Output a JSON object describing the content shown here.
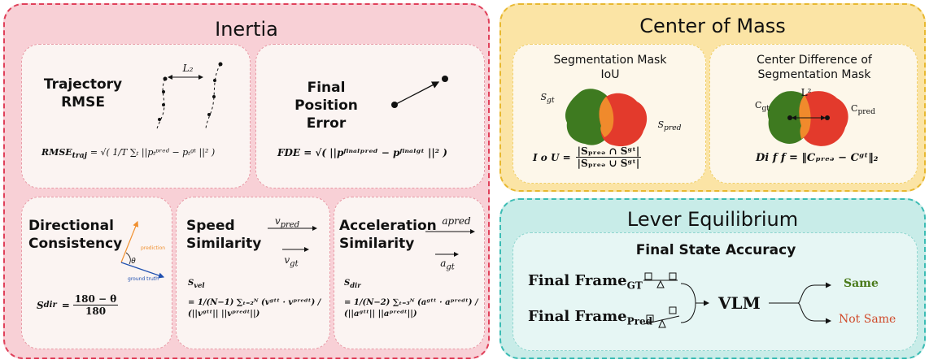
{
  "inertia": {
    "title": "Inertia",
    "trajectory_rmse": {
      "heading_line1": "Trajectory",
      "heading_line2": "RMSE",
      "l2_label": "L₂",
      "formula_lhs": "RMSE",
      "formula_lhs_sub": "traj",
      "formula_rhs": "= √( 1/T ∑ₜ ||pₜᵖʳᵉᵈ − pₜᵍᵗ ||² )"
    },
    "final_position_error": {
      "heading_line1": "Final Position",
      "heading_line2": "Error",
      "formula": "FDE = √( ||pᶠⁱⁿᵃˡᵖʳᵉᵈ − pᶠⁱⁿᵃˡᵍᵗ ||² )"
    },
    "directional_consistency": {
      "heading_line1": "Directional",
      "heading_line2": "Consistency",
      "theta_label": "θ",
      "prediction_label": "prediction",
      "ground_truth_label": "ground truth",
      "formula_lhs": "S",
      "formula_lhs_sub": "dir",
      "formula_num": "180 − θ",
      "formula_den": "180"
    },
    "speed_similarity": {
      "heading_line1": "Speed",
      "heading_line2": "Similarity",
      "v_pred": "v",
      "v_pred_sub": "pred",
      "v_gt": "v",
      "v_gt_sub": "gt",
      "formula_lhs": "S",
      "formula_lhs_sub": "vel",
      "formula_rhs": "= 1/(N−1) ∑ₜ₌₂ᴺ (vᵍᵗᵗ · vᵖʳᵉᵈᵗ) / (||vᵍᵗᵗ|| ||vᵖʳᵉᵈᵗ||)"
    },
    "acceleration_similarity": {
      "heading_line1": "Acceleration",
      "heading_line2": "Similarity",
      "a_pred": "a",
      "a_pred_sub": "pred",
      "a_gt": "a",
      "a_gt_sub": "gt",
      "formula_lhs": "S",
      "formula_lhs_sub": "dir",
      "formula_rhs": "= 1/(N−2) ∑ₜ₌₃ᴺ (aᵍᵗᵗ · aᵖʳᵉᵈᵗ) / (||aᵍᵗᵗ|| ||aᵖʳᵉᵈᵗ||)"
    }
  },
  "center_of_mass": {
    "title": "Center of Mass",
    "iou": {
      "heading_line1": "Segmentation Mask",
      "heading_line2": "IoU",
      "s_gt": "S",
      "s_gt_sub": "gt",
      "s_pred": "S",
      "s_pred_sub": "pred",
      "formula_lhs": "I o U =",
      "formula_num": "|Sₚᵣₑₔ ∩ Sᵍᵗ|",
      "formula_den": "|Sₚᵣₑₔ ∪ Sᵍᵗ|"
    },
    "center_diff": {
      "heading_line1": "Center Difference of",
      "heading_line2": "Segmentation Mask",
      "c_gt": "C",
      "c_gt_sub": "gt",
      "c_pred": "C",
      "c_pred_sub": "pred",
      "l2_label": "L²",
      "formula": "Di f f = ‖Cₚᵣₑₔ − Cᵍᵗ‖₂"
    }
  },
  "lever_equilibrium": {
    "title": "Lever Equilibrium",
    "subtitle": "Final State Accuracy",
    "frame_gt": "Final Frame",
    "frame_gt_sub": "GT",
    "frame_pred": "Final Frame",
    "frame_pred_sub": "Pred",
    "vlm": "VLM",
    "same": "Same",
    "not_same": "Not Same"
  },
  "colors": {
    "inertia_bg": "#f8d0d6",
    "inertia_border": "#e0405a",
    "com_bg": "#fbe4a5",
    "com_border": "#e8b830",
    "lever_bg": "#c8ece8",
    "lever_border": "#3bbcb4",
    "green_blob": "#3e7a20",
    "red_blob": "#e33a2c",
    "orange_overlap": "#f08a2c",
    "same_green": "#4a7a1a",
    "not_same_red": "#d04a2a"
  }
}
